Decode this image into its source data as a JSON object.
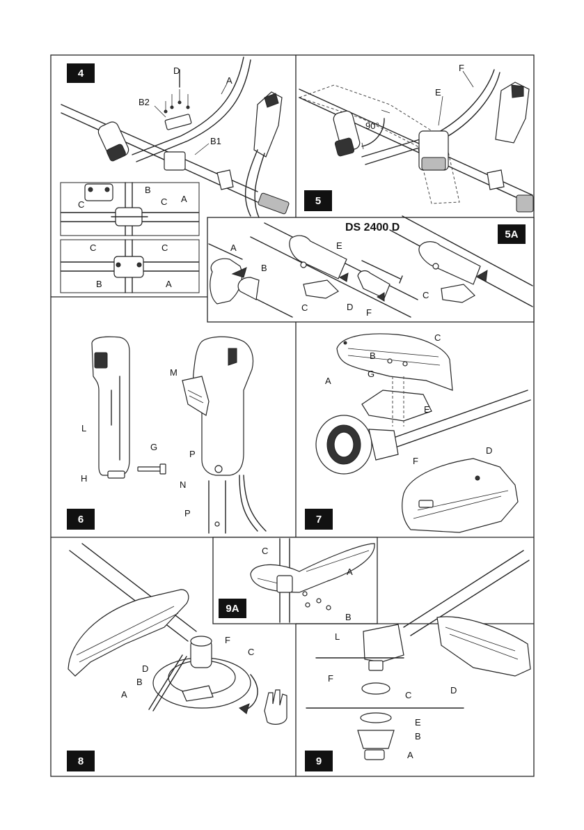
{
  "panels": {
    "p4": {
      "number": "4",
      "labels": {
        "D": "D",
        "A": "A",
        "B2": "B2",
        "B1": "B1",
        "B_a": "B",
        "C_a1": "C",
        "C_a2": "C",
        "A_a": "A",
        "C_b1": "C",
        "C_b2": "C",
        "B_b": "B",
        "A_b": "A"
      }
    },
    "p5": {
      "number": "5",
      "labels": {
        "F": "F",
        "E": "E",
        "angle": "90°"
      }
    },
    "p5a": {
      "number": "5A",
      "title": "DS 2400 D",
      "labels": {
        "A": "A",
        "B": "B",
        "E": "E",
        "C1": "C",
        "D": "D",
        "F": "F",
        "C2": "C"
      }
    },
    "p6": {
      "number": "6",
      "labels": {
        "M": "M",
        "L": "L",
        "G": "G",
        "P1": "P",
        "H": "H",
        "N": "N",
        "P2": "P"
      }
    },
    "p7": {
      "number": "7",
      "labels": {
        "C": "C",
        "B": "B",
        "A": "A",
        "G": "G",
        "E": "E",
        "F": "F",
        "D": "D"
      }
    },
    "p8": {
      "number": "8",
      "labels": {
        "F": "F",
        "C": "C",
        "D": "D",
        "B": "B",
        "A": "A"
      }
    },
    "p9a": {
      "number": "9A",
      "labels": {
        "C": "C",
        "A": "A",
        "B": "B"
      }
    },
    "p9": {
      "number": "9",
      "labels": {
        "L": "L",
        "F": "F",
        "C": "C",
        "D": "D",
        "E": "E",
        "B": "B",
        "A": "A"
      }
    }
  }
}
